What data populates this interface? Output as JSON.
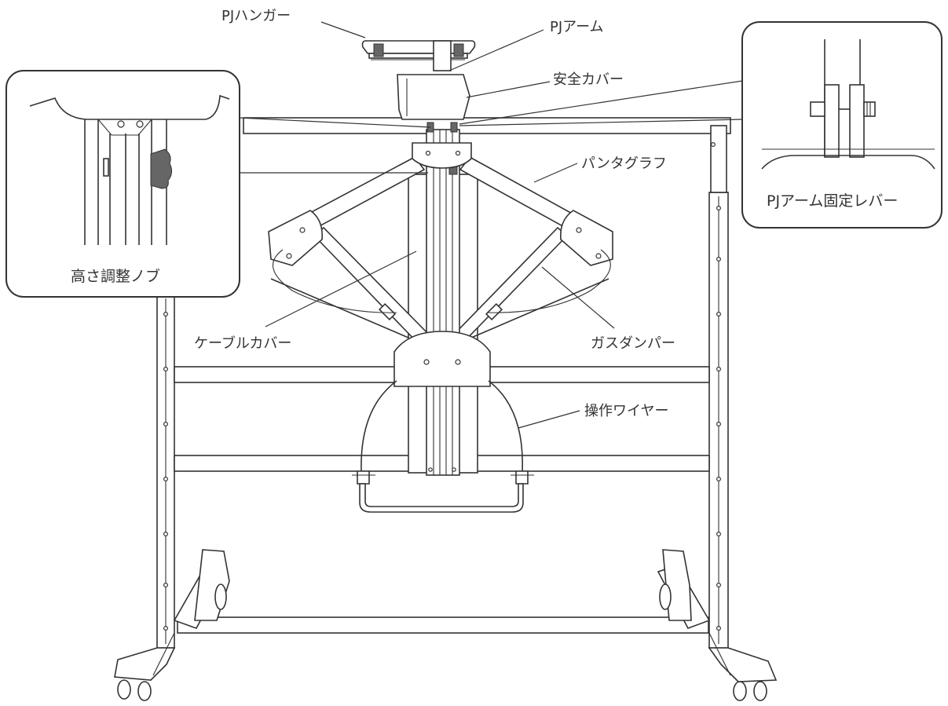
{
  "labels": {
    "pj_hanger": "PJハンガー",
    "pj_arm": "PJアーム",
    "safety_cover": "安全カバー",
    "pantograph": "パンタグラフ",
    "cable_cover": "ケーブルカバー",
    "gas_damper": "ガスダンパー",
    "operation_wire": "操作ワイヤー"
  },
  "insets": {
    "height_knob": "高さ調整ノブ",
    "arm_lock_lever": "PJアーム固定レバー"
  },
  "colors": {
    "line": "#333333",
    "knob": "#666666",
    "background": "#ffffff"
  }
}
